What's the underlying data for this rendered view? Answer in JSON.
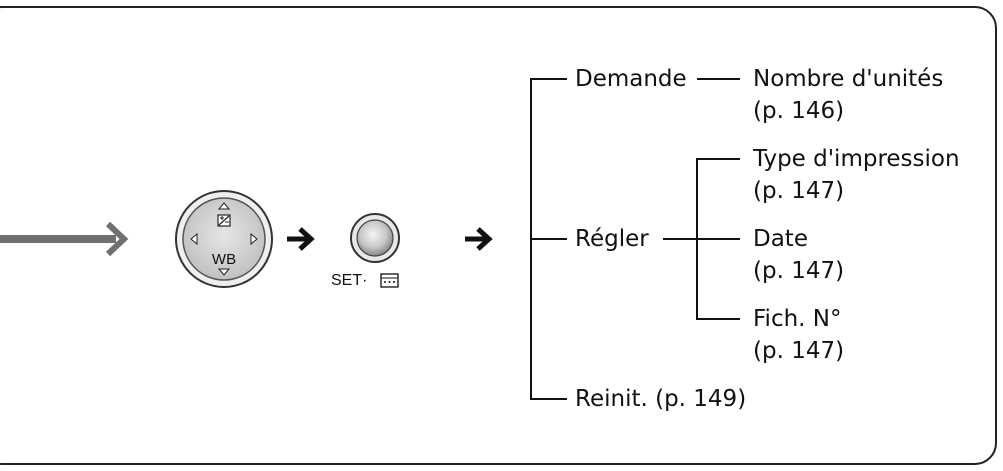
{
  "controls": {
    "dial_label": "WB",
    "set_label": "SET·"
  },
  "tree": {
    "demande": {
      "label": "Demande",
      "child_name": "Nombre d'unités",
      "child_page": "(p. 146)"
    },
    "regler": {
      "label": "Régler",
      "children": [
        {
          "name": "Type d'impression",
          "page": "(p. 147)"
        },
        {
          "name": "Date",
          "page": "(p. 147)"
        },
        {
          "name": "Fich. N°",
          "page": "(p. 147)"
        }
      ]
    },
    "reinit": {
      "label": "Reinit. (p. 149)"
    }
  }
}
